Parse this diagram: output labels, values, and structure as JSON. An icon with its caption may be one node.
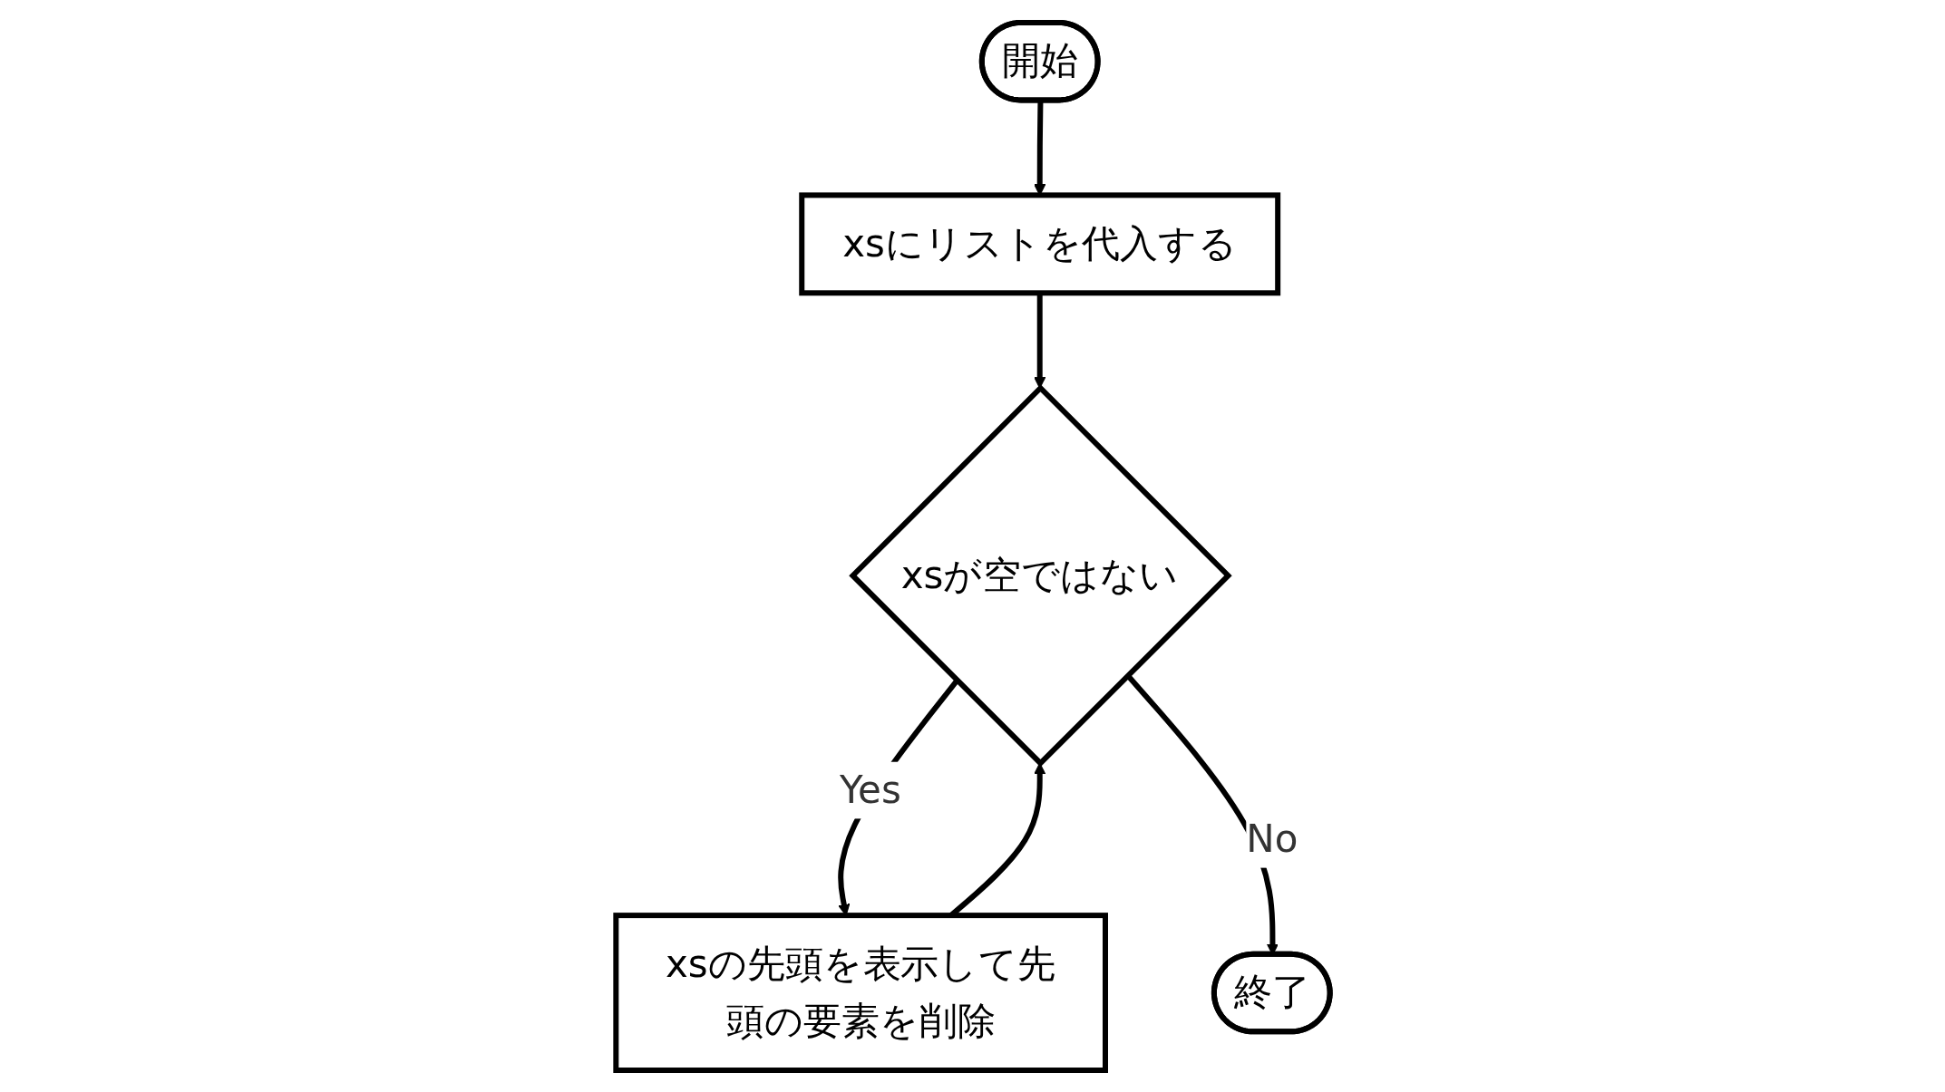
{
  "diagram": {
    "nodes": [
      {
        "text": [
          "開始"
        ]
      },
      {
        "text": [
          "xsにリストを代入する"
        ]
      },
      {
        "text": [
          "xsが空ではない"
        ]
      },
      {
        "text": [
          "xsの先頭を表示して先頭の要素を削除"
        ]
      },
      {
        "text": [
          "終了"
        ]
      }
    ],
    "edges": [
      {
        "from": 0,
        "to": 1,
        "arrow": "to"
      },
      {
        "from": 1,
        "to": 2,
        "arrow": "to"
      },
      {
        "from": 2,
        "to": 3,
        "arrow": "to",
        "label": "Yes"
      },
      {
        "from": 3,
        "to": 2,
        "arrow": "to"
      },
      {
        "from": 2,
        "to": 4,
        "arrow": "to",
        "label": "No"
      }
    ]
  }
}
